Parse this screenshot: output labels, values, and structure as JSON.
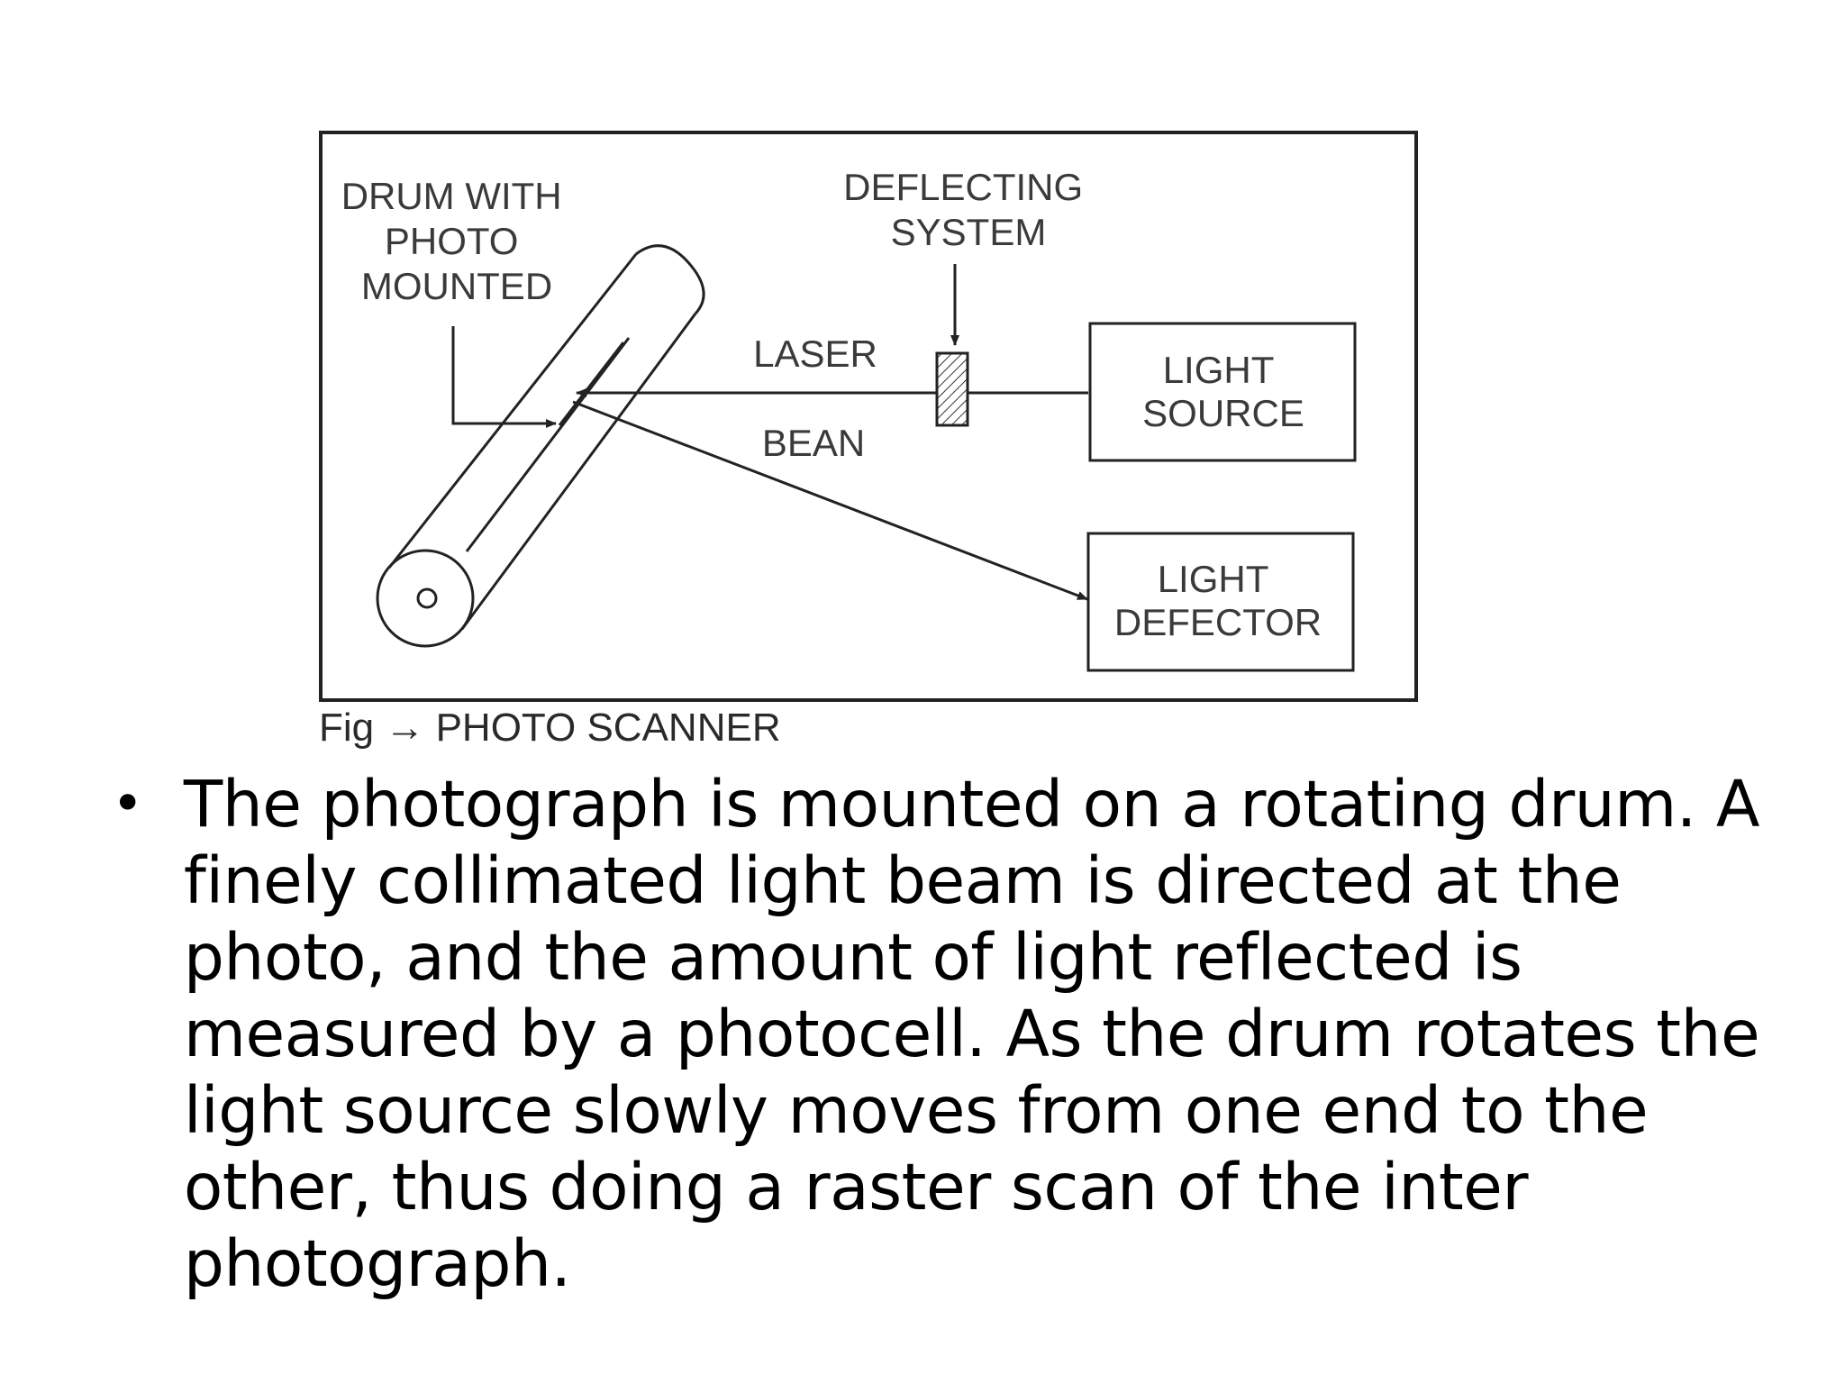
{
  "figure": {
    "labels": {
      "drum": [
        "DRUM WITH",
        "PHOTO",
        "MOUNTED"
      ],
      "deflecting": [
        "DEFLECTING",
        "SYSTEM"
      ],
      "laser": "LASER",
      "bean": "BEAN",
      "light_source": [
        "LIGHT",
        "SOURCE"
      ],
      "light_defector": [
        "LIGHT",
        "DEFECTOR"
      ]
    },
    "caption": "Fig → PHOTO SCANNER"
  },
  "bullets": [
    {
      "marker": "•",
      "text": "The photograph is mounted on a rotating drum. A finely collimated light beam is directed at the photo, and the amount of light reflected is measured by a photocell. As the drum rotates the light source slowly moves from one end to the other, thus doing a raster scan of the inter photograph."
    }
  ]
}
